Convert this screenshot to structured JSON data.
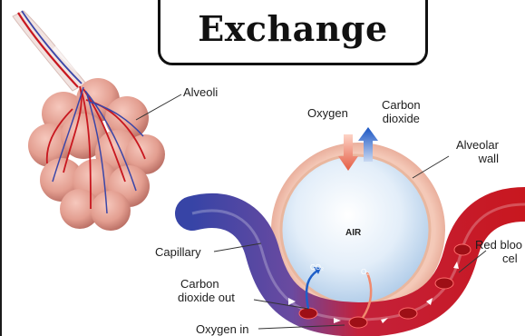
{
  "title": "Exchange",
  "labels": {
    "alveoli": "Alveoli",
    "oxygen": "Oxygen",
    "carbon_dioxide_line1": "Carbon",
    "carbon_dioxide_line2": "dioxide",
    "alveolar_wall_line1": "Alveolar",
    "alveolar_wall_line2": "wall",
    "air": "AIR",
    "capillary": "Capillary",
    "red_blood_cell_line1": "Red bloo",
    "red_blood_cell_line2": "cel",
    "carbon_dioxide_out_line1": "Carbon",
    "carbon_dioxide_out_line2": "dioxide out",
    "oxygen_in": "Oxygen in",
    "co2_marker": "CO₂",
    "o2_marker": "O₂"
  },
  "colors": {
    "blood_red": "#c8171f",
    "blood_blue": "#3a46a8",
    "alveolus_pink": "#e8a79a",
    "air_blue": "#cfe1f3",
    "oxygen_arrow": "#e9775f",
    "co2_arrow": "#1e5fc8"
  }
}
